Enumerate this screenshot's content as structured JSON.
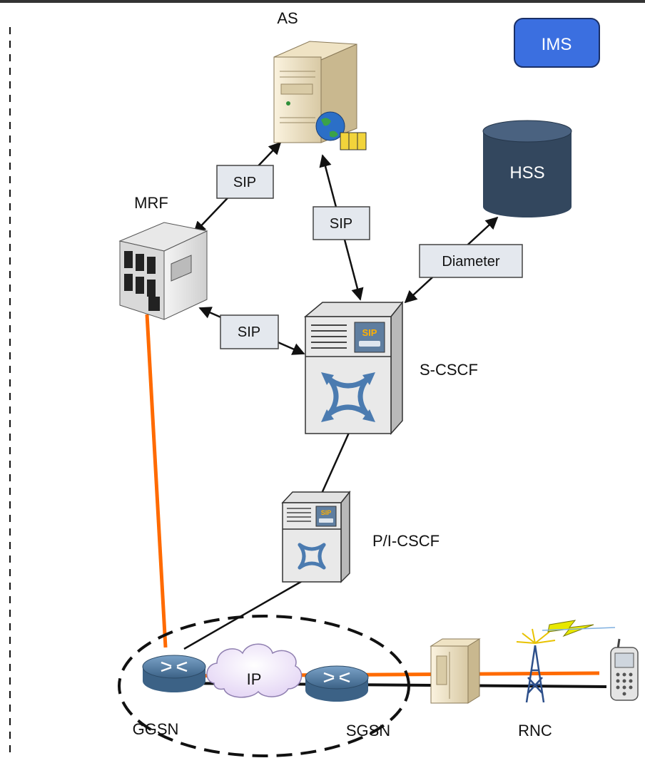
{
  "badge": {
    "text": "IMS",
    "color": "#3b6fe0"
  },
  "nodes": {
    "as": "AS",
    "mrf": "MRF",
    "hss": "HSS",
    "scscf": "S-CSCF",
    "picscf": "P/I-CSCF",
    "ip": "IP",
    "ggsn": "GGSN",
    "sgsn": "SGSN",
    "rnc": "RNC"
  },
  "protocols": {
    "sip_as_mrf": "SIP",
    "sip_as_scscf": "SIP",
    "diameter": "Diameter",
    "sip_mrf_scscf": "SIP"
  },
  "server_badges": {
    "scscf": "SIP",
    "picscf": "SIP"
  },
  "colors": {
    "media_path": "#ff6a00",
    "signaling": "#111111",
    "label_box": "#e4e8ee",
    "hss_fill": "#33475e",
    "router_fill": "#5b83aa"
  }
}
